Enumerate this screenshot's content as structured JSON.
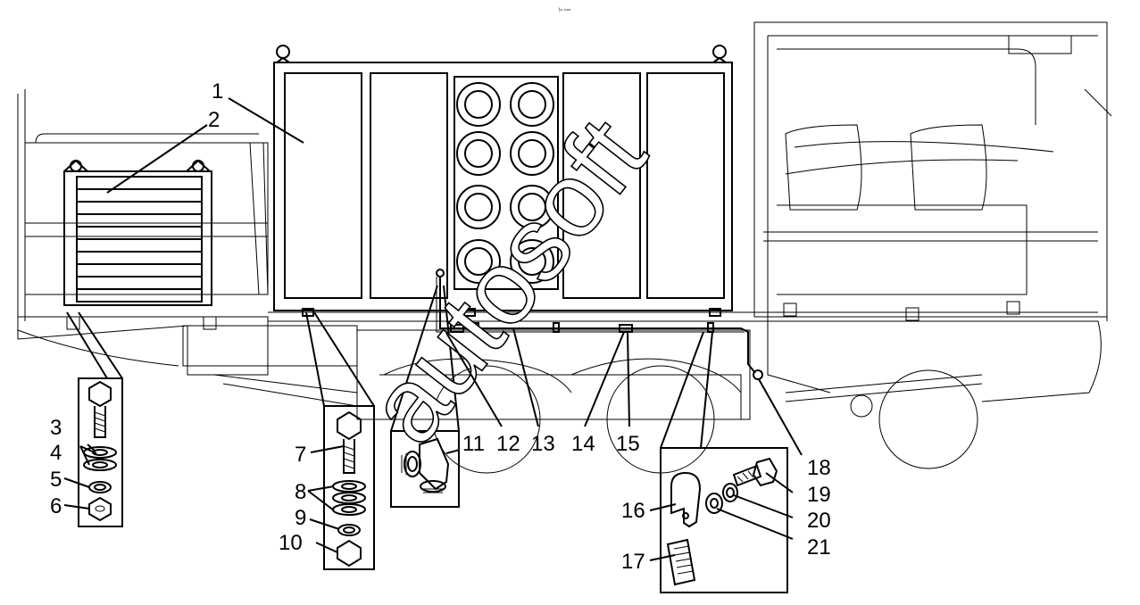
{
  "header_mark": "ᴉₒ ₙₒₙ",
  "watermark": "autosoft",
  "callouts": {
    "c1": "1",
    "c2": "2",
    "c3": "3",
    "c4": "4",
    "c5": "5",
    "c6": "6",
    "c7": "7",
    "c8": "8",
    "c9": "9",
    "c10": "10",
    "c11": "11",
    "c12": "12",
    "c13": "13",
    "c14": "14",
    "c15": "15",
    "c16": "16",
    "c17": "17",
    "c18": "18",
    "c19": "19",
    "c20": "20",
    "c21": "21"
  }
}
